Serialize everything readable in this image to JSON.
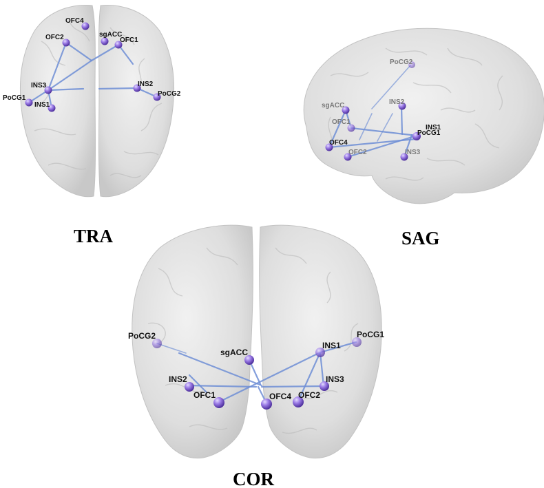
{
  "views": {
    "tra": {
      "label": "TRA",
      "nodes": [
        {
          "id": "OFC4",
          "label": "OFC4"
        },
        {
          "id": "sgACC",
          "label": "sgACC"
        },
        {
          "id": "OFC2",
          "label": "OFC2"
        },
        {
          "id": "OFC1",
          "label": "OFC1"
        },
        {
          "id": "INS3",
          "label": "INS3"
        },
        {
          "id": "INS2",
          "label": "INS2"
        },
        {
          "id": "PoCG1",
          "label": "PoCG1"
        },
        {
          "id": "PoCG2",
          "label": "PoCG2"
        },
        {
          "id": "INS1",
          "label": "INS1"
        }
      ]
    },
    "sag": {
      "label": "SAG",
      "nodes": [
        {
          "id": "PoCG2",
          "label": "PoCG2"
        },
        {
          "id": "sgACC",
          "label": "sgACC"
        },
        {
          "id": "INS2",
          "label": "INS2"
        },
        {
          "id": "OFC1",
          "label": "OFC1"
        },
        {
          "id": "INS1",
          "label": "INS1"
        },
        {
          "id": "PoCG1",
          "label": "PoCG1"
        },
        {
          "id": "OFC4",
          "label": "OFC4"
        },
        {
          "id": "OFC2",
          "label": "OFC2"
        },
        {
          "id": "INS3",
          "label": "INS3"
        }
      ]
    },
    "cor": {
      "label": "COR",
      "nodes": [
        {
          "id": "PoCG2",
          "label": "PoCG2"
        },
        {
          "id": "sgACC",
          "label": "sgACC"
        },
        {
          "id": "INS2",
          "label": "INS2"
        },
        {
          "id": "OFC1",
          "label": "OFC1"
        },
        {
          "id": "OFC4",
          "label": "OFC4"
        },
        {
          "id": "OFC2",
          "label": "OFC2"
        },
        {
          "id": "INS3",
          "label": "INS3"
        },
        {
          "id": "INS1",
          "label": "INS1"
        },
        {
          "id": "PoCG1",
          "label": "PoCG1"
        }
      ]
    }
  },
  "colors": {
    "node": "#8a66d8",
    "edge": "#6f8fd6",
    "brain": "#dcdcdc"
  }
}
